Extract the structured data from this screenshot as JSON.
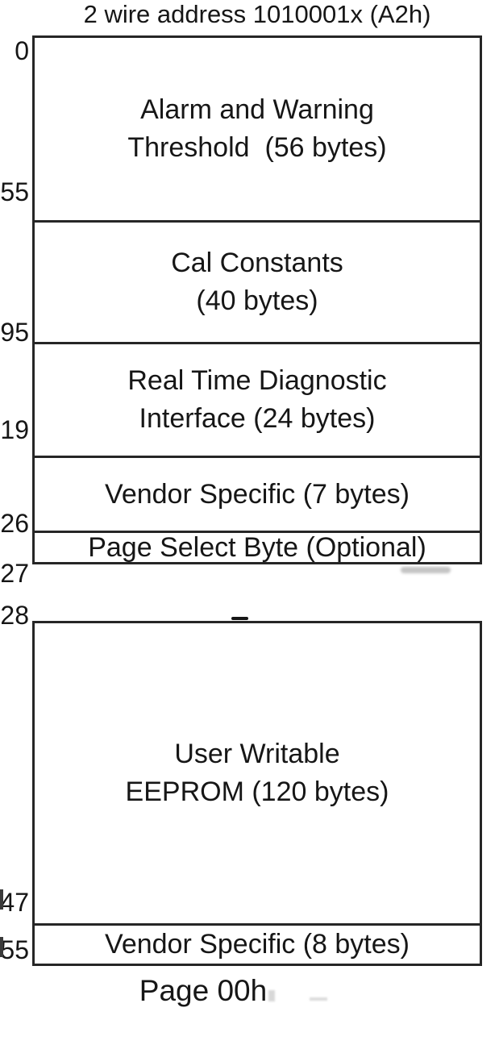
{
  "title": "2 wire address 1010001x (A2h)",
  "page_caption": "Page 00h",
  "colors": {
    "background": "#ffffff",
    "text": "#161616",
    "line": "#262626"
  },
  "address_labels": [
    "0",
    "55",
    "95",
    "19",
    "26",
    "27",
    "28",
    "47",
    "55"
  ],
  "lower_box": {
    "rows": [
      "Alarm and Warning\nThreshold  (56 bytes)",
      "Cal Constants\n(40 bytes)",
      "Real Time Diagnostic\nInterface (24 bytes)",
      "Vendor Specific (7 bytes)",
      "Page Select Byte (Optional)"
    ]
  },
  "upper_box": {
    "rows": [
      "User Writable\nEEPROM (120 bytes)",
      "Vendor Specific (8 bytes)"
    ]
  }
}
